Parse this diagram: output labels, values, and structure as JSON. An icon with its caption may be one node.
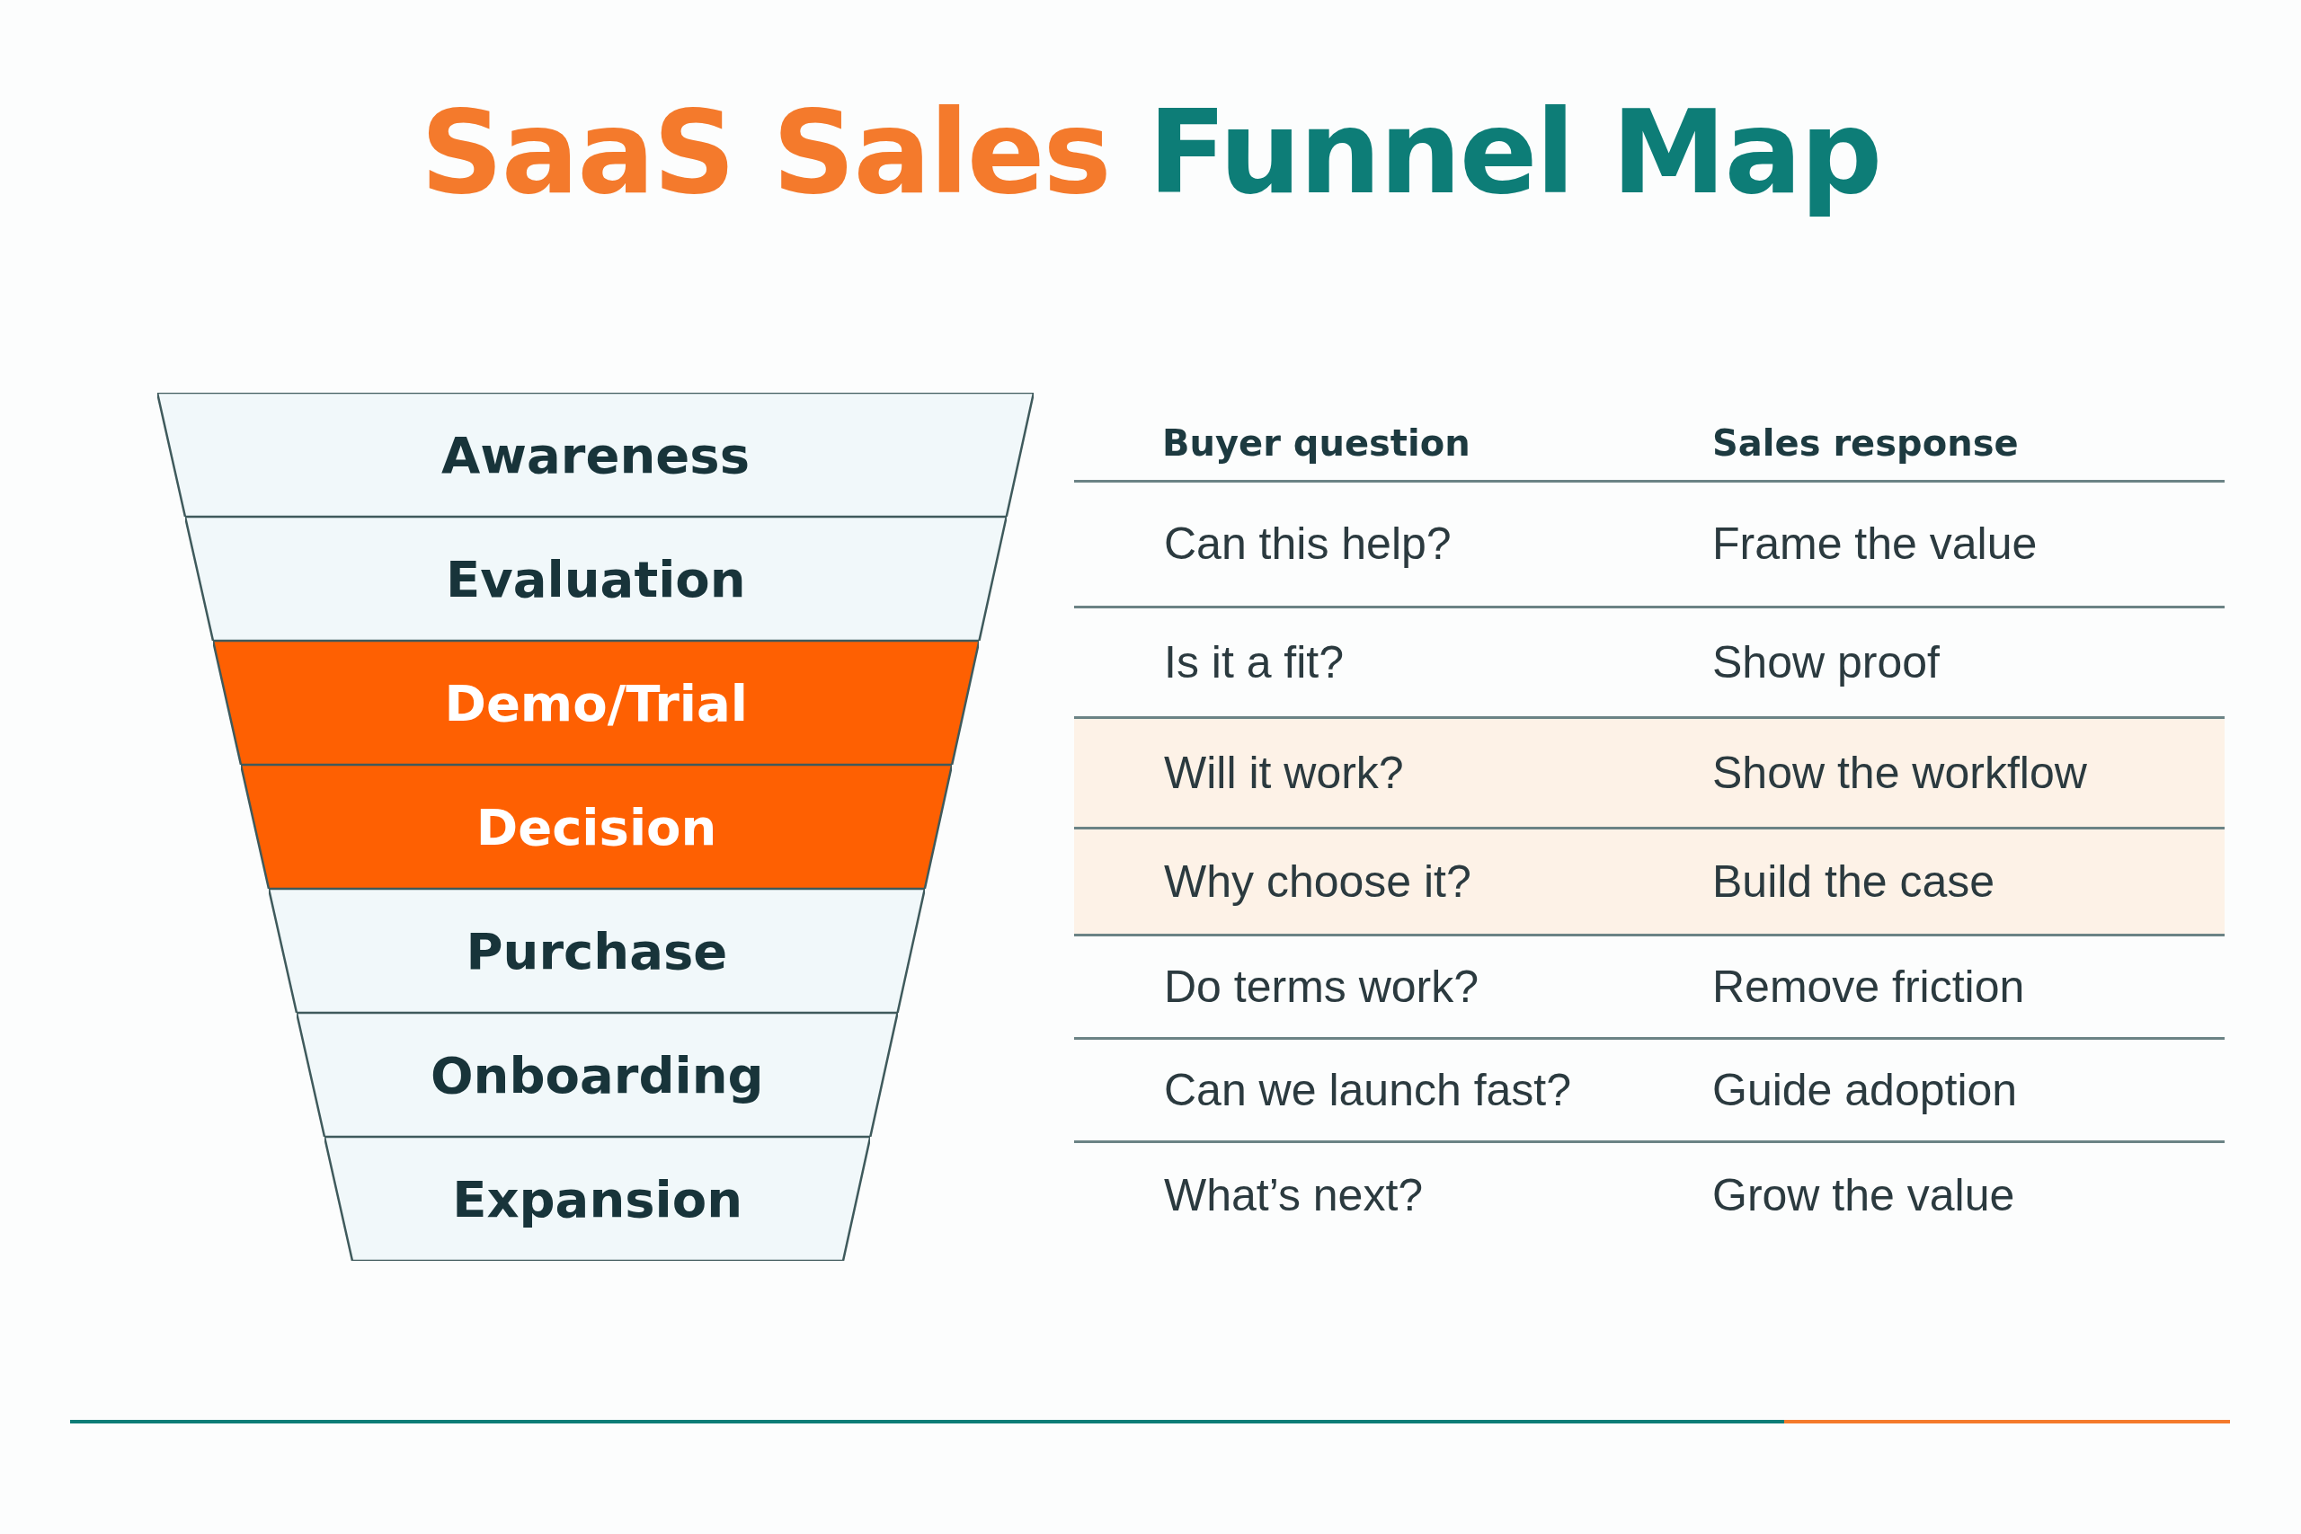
{
  "diagram": {
    "title": "SaaS Sales Funnel Map",
    "nodes": [
      {
        "text": [
          "Awareness"
        ]
      },
      {
        "text": [
          "Evaluation"
        ]
      },
      {
        "text": [
          "Demo/Trial"
        ]
      },
      {
        "text": [
          "Decision"
        ]
      },
      {
        "text": [
          "Purchase"
        ]
      },
      {
        "text": [
          "Onboarding"
        ]
      },
      {
        "text": [
          "Expansion"
        ]
      }
    ],
    "labels": [
      "Buyer question",
      "Sales response",
      "Can this help?",
      "Frame the value",
      "Is it a fit?",
      "Show proof",
      "Will it work?",
      "Show the workflow",
      "Why choose it?",
      "Build the case",
      "Do terms work?",
      "Remove friction",
      "Can we launch fast?",
      "Guide adoption",
      "What’s next?",
      "Grow the value"
    ]
  }
}
